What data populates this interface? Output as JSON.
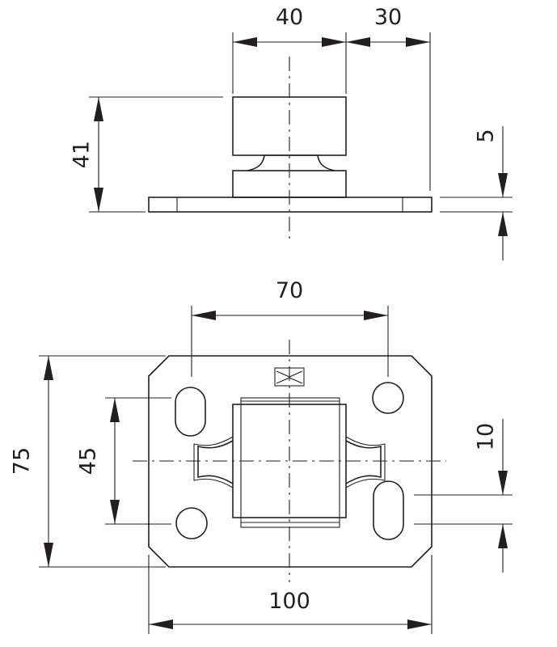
{
  "dimensions": {
    "side_width": "40",
    "side_offset": "30",
    "side_height": "41",
    "side_plate": "5",
    "top_hole_spacing": "70",
    "top_plate_height": "75",
    "top_hole_vertical": "45",
    "top_slot_length": "10",
    "top_plate_width": "100"
  }
}
